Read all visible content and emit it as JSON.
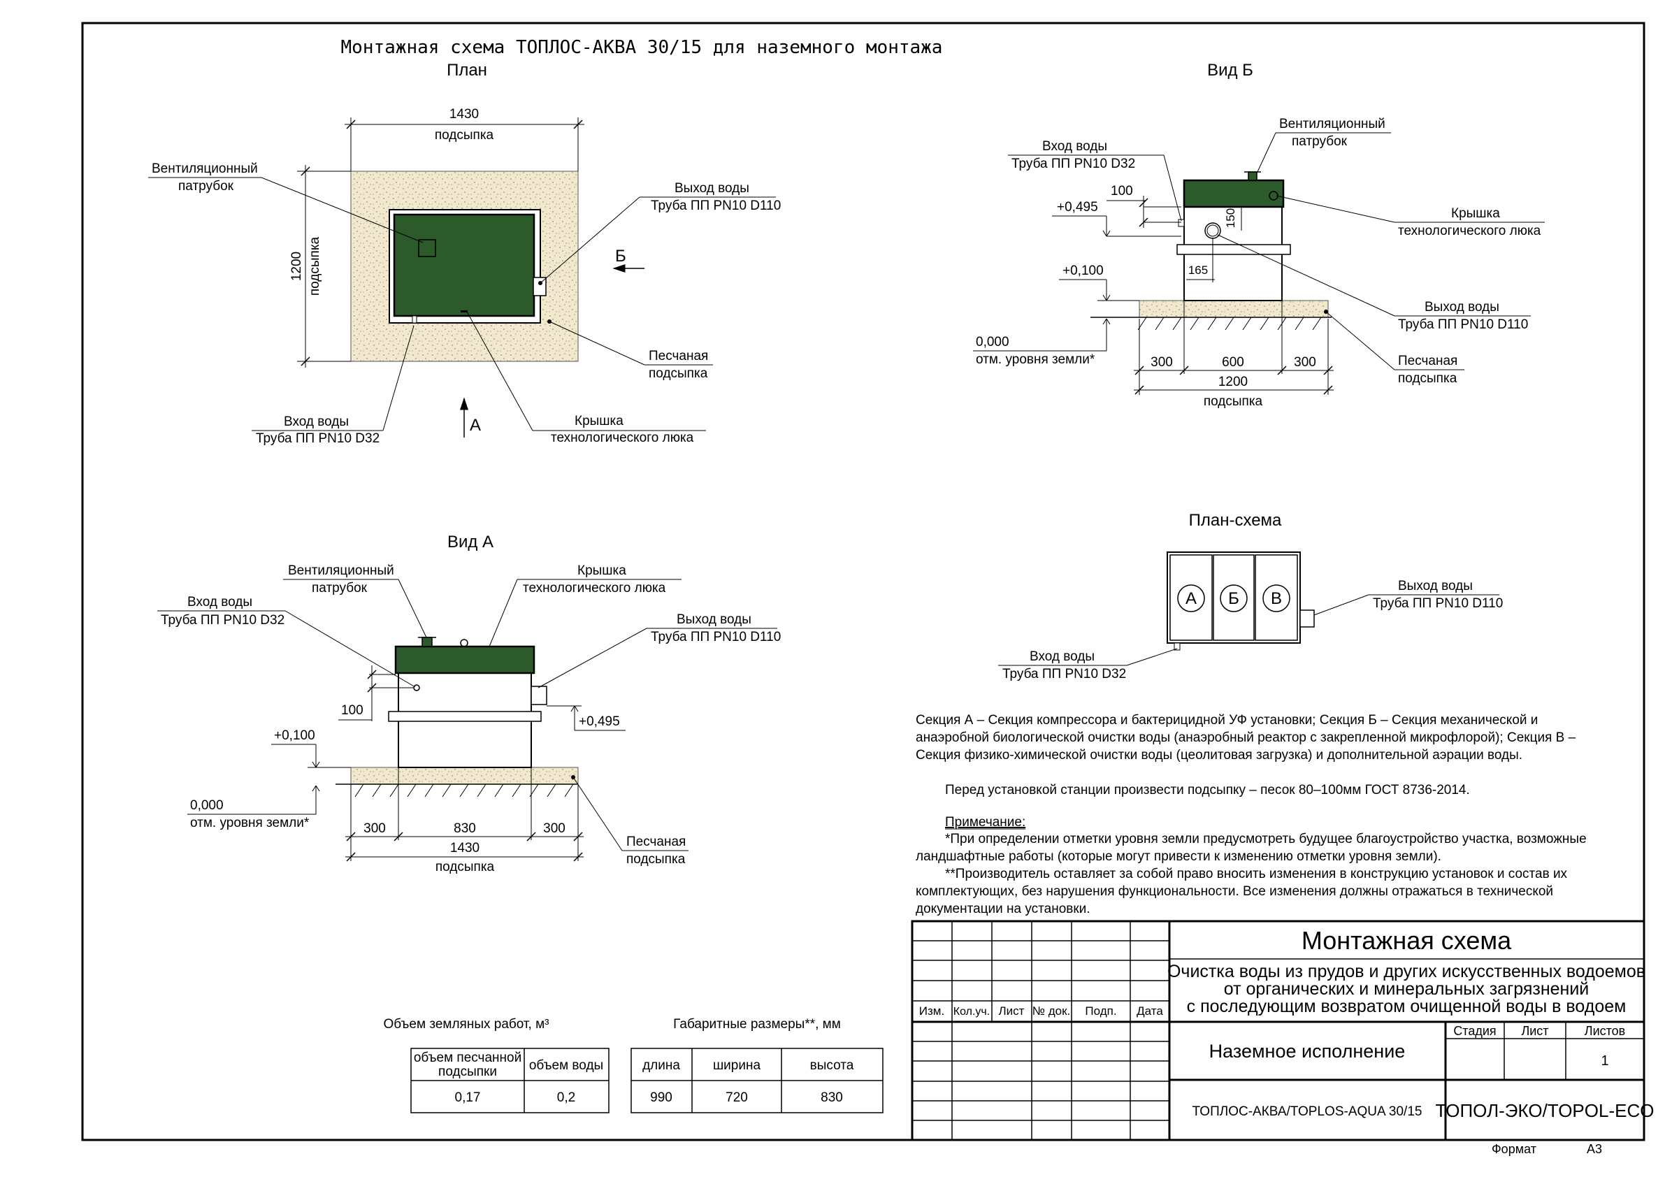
{
  "title": "Монтажная схема ТОПЛОС-АКВА 30/15 для наземного монтажа",
  "plan": {
    "heading": "План",
    "dim_width": "1430",
    "dim_width_sub": "подсыпка",
    "dim_height": "1200",
    "dim_height_sub": "подсыпка",
    "vent_l1": "Вентиляционный",
    "vent_l2": "патрубок",
    "out_l1": "Выход воды",
    "out_l2": "Труба ПП PN10 D110",
    "sand_l1": "Песчаная",
    "sand_l2": "подсыпка",
    "in_l1": "Вход воды",
    "in_l2": "Труба ПП PN10 D32",
    "lid_l1": "Крышка",
    "lid_l2": "технологического люка",
    "arrow_a": "А",
    "arrow_b": "Б"
  },
  "view_b": {
    "heading": "Вид Б",
    "vent_l1": "Вентиляционный",
    "vent_l2": "патрубок",
    "in_l1": "Вход воды",
    "in_l2": "Труба ПП PN10 D32",
    "lid_l1": "Крышка",
    "lid_l2": "технологического люка",
    "out_l1": "Выход воды",
    "out_l2": "Труба ПП PN10 D110",
    "sand_l1": "Песчаная",
    "sand_l2": "подсыпка",
    "d100": "100",
    "d150": "150",
    "d165": "165",
    "lvl_0495": "+0,495",
    "lvl_0100": "+0,100",
    "lvl_0000": "0,000",
    "ground": "отм. уровня земли*",
    "d300a": "300",
    "d600": "600",
    "d300b": "300",
    "d1200": "1200",
    "d1200_sub": "подсыпка"
  },
  "view_a": {
    "heading": "Вид А",
    "vent_l1": "Вентиляционный",
    "vent_l2": "патрубок",
    "lid_l1": "Крышка",
    "lid_l2": "технологического люка",
    "in_l1": "Вход воды",
    "in_l2": "Труба ПП PN10 D32",
    "out_l1": "Выход воды",
    "out_l2": "Труба ПП PN10 D110",
    "d100": "100",
    "lvl_0495": "+0,495",
    "lvl_0100": "+0,100",
    "lvl_0000": "0,000",
    "ground": "отм. уровня земли*",
    "d300a": "300",
    "d830": "830",
    "d300b": "300",
    "d1430": "1430",
    "d1430_sub": "подсыпка",
    "sand_l1": "Песчаная",
    "sand_l2": "подсыпка"
  },
  "plan_scheme": {
    "heading": "План-схема",
    "sec_a": "А",
    "sec_b": "Б",
    "sec_v": "В",
    "out_l1": "Выход воды",
    "out_l2": "Труба ПП PN10 D110",
    "in_l1": "Вход воды",
    "in_l2": "Труба ПП PN10 D32"
  },
  "notes": {
    "p1_l1": "Секция А  – Секция компрессора и бактерицидной УФ установки; Секция Б – Секция механической и",
    "p1_l2": "анаэробной биологической очистки воды (анаэробный реактор с закрепленной микрофлорой); Секция В –",
    "p1_l3": "Секция физико-химической очистки воды (цеолитовая загрузка) и дополнительной аэрации воды.",
    "p2": "Перед установкой станции произвести подсыпку – песок 80–100мм ГОСТ 8736-2014.",
    "head": "Примечание:",
    "n1_l1": "*При определении отметки уровня земли предусмотреть будущее благоустройство участка, возможные",
    "n1_l2": "ландшафтные работы (которые могут привести к изменению отметки уровня земли).",
    "n2_l1": "**Производитель оставляет за собой право вносить изменения в конструкцию установок и состав их",
    "n2_l2": "комплектующих, без нарушения функциональности. Все изменения должны отражаться в технической",
    "n2_l3": "документации на установки."
  },
  "earthworks": {
    "title": "Объем земляных работ, м³",
    "h1_l1": "объем песчанной",
    "h1_l2": "подсыпки",
    "h2": "объем воды",
    "v1": "0,17",
    "v2": "0,2"
  },
  "dimensions": {
    "title": "Габаритные размеры**, мм",
    "h1": "длина",
    "h2": "ширина",
    "h3": "высота",
    "v1": "990",
    "v2": "720",
    "v3": "830"
  },
  "stamp": {
    "col_izm": "Изм.",
    "col_kol": "Кол.уч.",
    "col_list": "Лист",
    "col_doc": "№ док.",
    "col_podp": "Подп.",
    "col_data": "Дата",
    "doc_title": "Монтажная схема",
    "desc_l1": "Очистка воды из прудов и других искусственных водоемов",
    "desc_l2": "от органических и минеральных загрязнений",
    "desc_l3": "с последующим возвратом очищенной воды в водоем",
    "variant": "Наземное исполнение",
    "stage": "Стадия",
    "sheet": "Лист",
    "sheets": "Листов",
    "sheets_val": "1",
    "model": "ТОПЛОС-АКВА/TOPLOS-AQUA 30/15",
    "company": "ТОПОЛ-ЭКО/TOPOL-ECO"
  },
  "format_label": "Формат",
  "format_val": "А3"
}
